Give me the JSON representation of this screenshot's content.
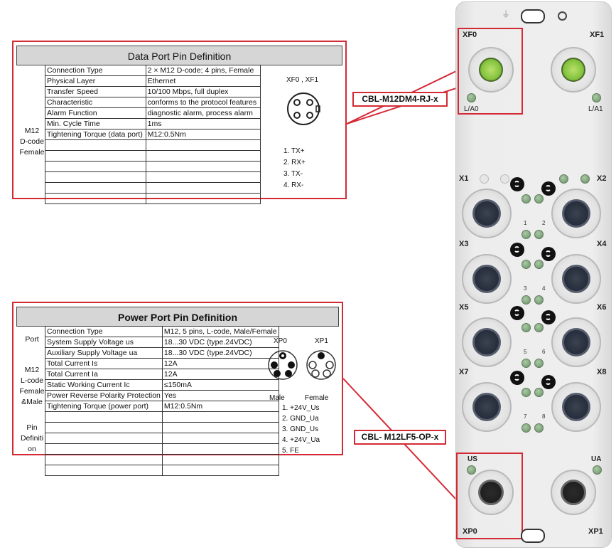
{
  "data_port": {
    "title": "Data Port Pin Definition",
    "side_label": [
      "M12",
      "D-code",
      "Female"
    ],
    "rows": [
      [
        "Connection Type",
        "2 × M12 D-code; 4 pins, Female"
      ],
      [
        "Physical Layer",
        "Ethernet"
      ],
      [
        "Transfer Speed",
        "10/100 Mbps, full duplex"
      ],
      [
        "Characteristic",
        "conforms to the protocol features"
      ],
      [
        "Alarm Function",
        "diagnostic alarm, process alarm"
      ],
      [
        "Min. Cycle Time",
        "1ms"
      ],
      [
        "Tightening Torque (data port)",
        "M12:0.5Nm"
      ],
      [
        "",
        ""
      ],
      [
        "",
        ""
      ],
      [
        "",
        ""
      ],
      [
        "",
        ""
      ],
      [
        "",
        ""
      ],
      [
        "",
        ""
      ]
    ],
    "connector_label": "XF0 , XF1",
    "pins": [
      "1. TX+",
      "2. RX+",
      "3. TX-",
      "4. RX-"
    ]
  },
  "power_port": {
    "title": "Power Port Pin Definition",
    "side_label_1": [
      "Port"
    ],
    "side_label_2": [
      "M12",
      "L-code",
      "Female",
      "&Male"
    ],
    "side_label_3": [
      "Pin",
      "Definiti",
      "on"
    ],
    "rows": [
      [
        "Connection Type",
        "M12, 5 pins, L-code, Male/Female"
      ],
      [
        "System Supply Voltage us",
        "18...30 VDC  (type.24VDC)"
      ],
      [
        "Auxiliary Supply Voltage ua",
        "18...30 VDC  (type.24VDC)"
      ],
      [
        "Total Current Is",
        "12A"
      ],
      [
        "Total Current Ia",
        "12A"
      ],
      [
        "Static Working Current Ic",
        "≤150mA"
      ],
      [
        "Power Reverse Polarity Protection",
        "Yes"
      ],
      [
        "Tightening Torque (power port)",
        "M12:0.5Nm"
      ],
      [
        "",
        ""
      ],
      [
        "",
        ""
      ],
      [
        "",
        ""
      ],
      [
        "",
        ""
      ],
      [
        "",
        ""
      ],
      [
        "",
        ""
      ]
    ],
    "connector_left": "XP0",
    "connector_right": "XP1",
    "male_label": "Male",
    "female_label": "Female",
    "pins": [
      "1. +24V_Us",
      "2. GND_Ua",
      "3. GND_Us",
      "4. +24V_Ua",
      "5. FE"
    ]
  },
  "cables": {
    "data": "CBL-M12DM4-RJ-x",
    "power": "CBL- M12LF5-OP-x"
  },
  "device": {
    "xf0": "XF0",
    "xf1": "XF1",
    "la0": "L/A0",
    "la1": "L/A1",
    "x1": "X1",
    "x2": "X2",
    "x3": "X3",
    "x4": "X4",
    "x5": "X5",
    "x6": "X6",
    "x7": "X7",
    "x8": "X8",
    "n1": "1",
    "n2": "2",
    "n3": "3",
    "n4": "4",
    "n5": "5",
    "n6": "6",
    "n7": "7",
    "n8": "8",
    "us": "US",
    "ua": "UA",
    "xp0": "XP0",
    "xp1": "XP1"
  },
  "colors": {
    "highlight": "#d42a35",
    "title_bar": "#d6d6d6",
    "data_socket": "#86c43f",
    "io_socket": "#2a3140"
  }
}
